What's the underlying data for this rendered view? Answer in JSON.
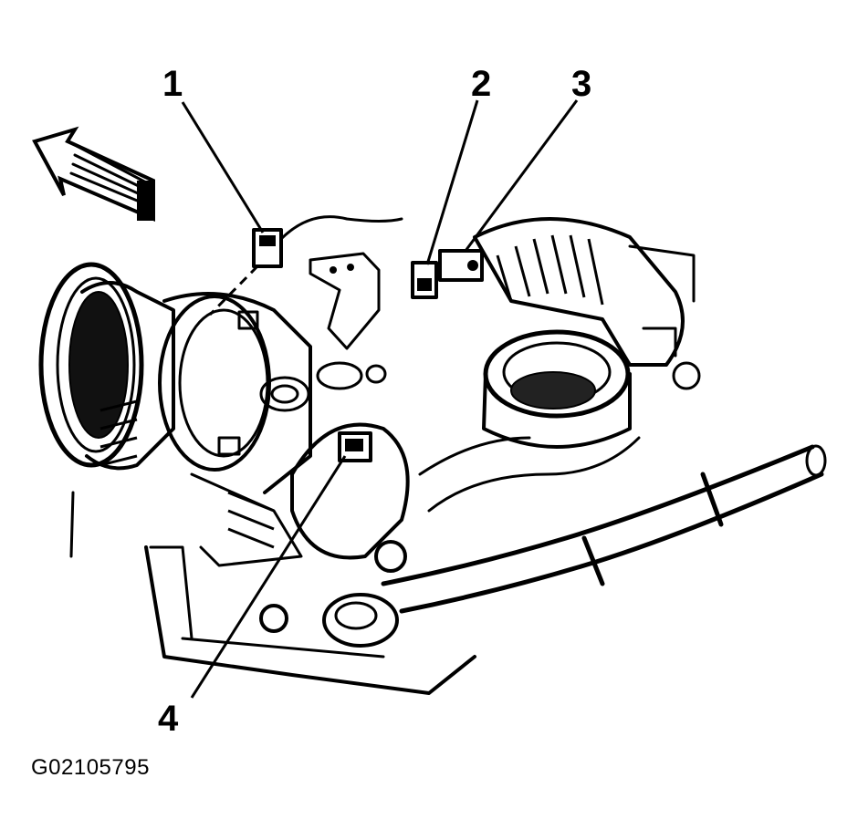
{
  "figure_id": "G02105795",
  "callouts": [
    {
      "label": "1"
    },
    {
      "label": "2"
    },
    {
      "label": "3"
    },
    {
      "label": "4"
    }
  ],
  "colors": {
    "ink": "#000000",
    "background": "#ffffff"
  },
  "icons": {
    "direction": "front-arrow-icon"
  }
}
